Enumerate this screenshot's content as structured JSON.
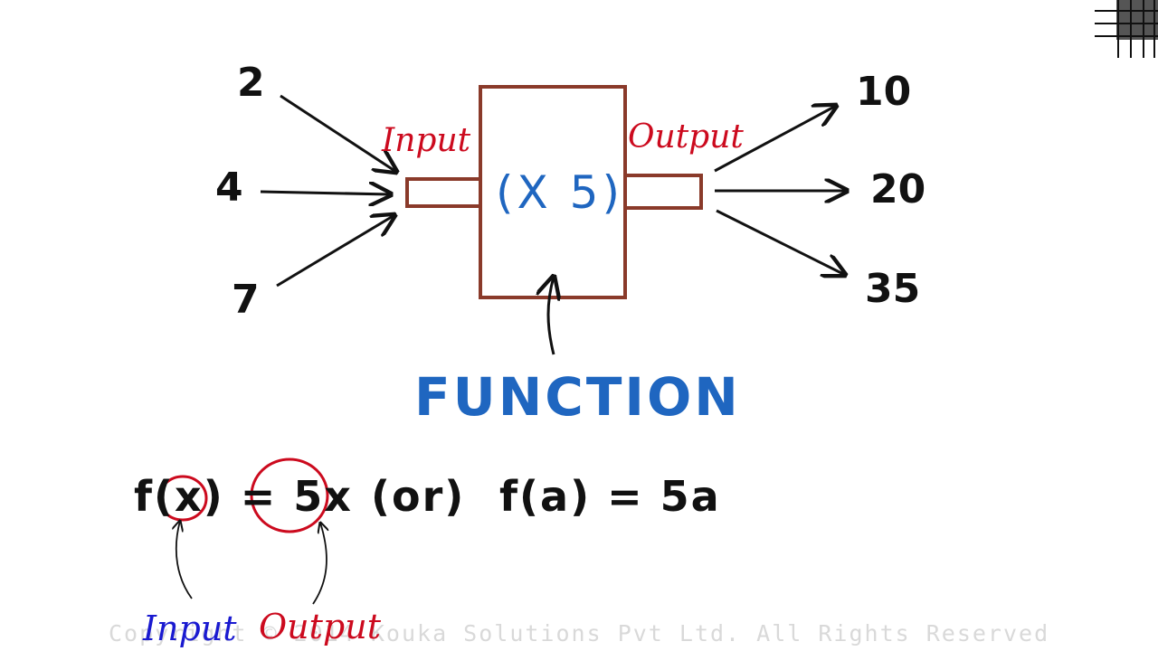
{
  "inputs": [
    "2",
    "4",
    "7"
  ],
  "outputs": [
    "10",
    "20",
    "35"
  ],
  "input_label": "Input",
  "output_label": "Output",
  "box_text": "(X 5)",
  "function_label": "FUNCTION",
  "equation": {
    "left": "f(x) = 5x",
    "or": "(or)",
    "right": "f(a) = 5a"
  },
  "bottom_labels": {
    "input": "Input",
    "output": "Output"
  },
  "footer": "Copyright © 2014 Kouka Solutions Pvt Ltd. All Rights Reserved",
  "colors": {
    "red": "#cc0a1e",
    "blue": "#1f66c0",
    "box": "#8a3a2a"
  }
}
